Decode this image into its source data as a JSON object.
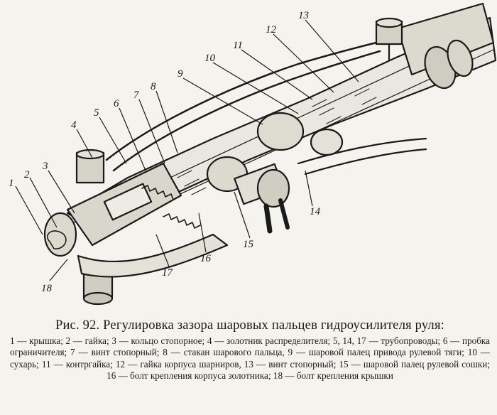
{
  "figure": {
    "callouts": [
      "1",
      "2",
      "3",
      "4",
      "5",
      "6",
      "7",
      "8",
      "9",
      "10",
      "11",
      "12",
      "13",
      "14",
      "15",
      "16",
      "17",
      "18"
    ]
  },
  "caption": {
    "title": "Рис. 92. Регулировка зазора шаровых пальцев гидроусилителя руля:",
    "legend": "1 — крышка; 2 — гайка; 3 — кольцо стопорное; 4 — золотник распределителя; 5, 14, 17 — трубопроводы; 6 — пробка ограничителя; 7 — винт стопорный; 8 — стакан шарового пальца, 9 — шаровой палец привода рулевой тяги; 10 — сухарь; 11 — контргайка; 12 — гайка корпуса шарниров, 13 — винт стопорный; 15 — шаровой палец рулевой сошки; 16 — болт крепления корпуса золотника; 18 — болт крепления крышки"
  }
}
